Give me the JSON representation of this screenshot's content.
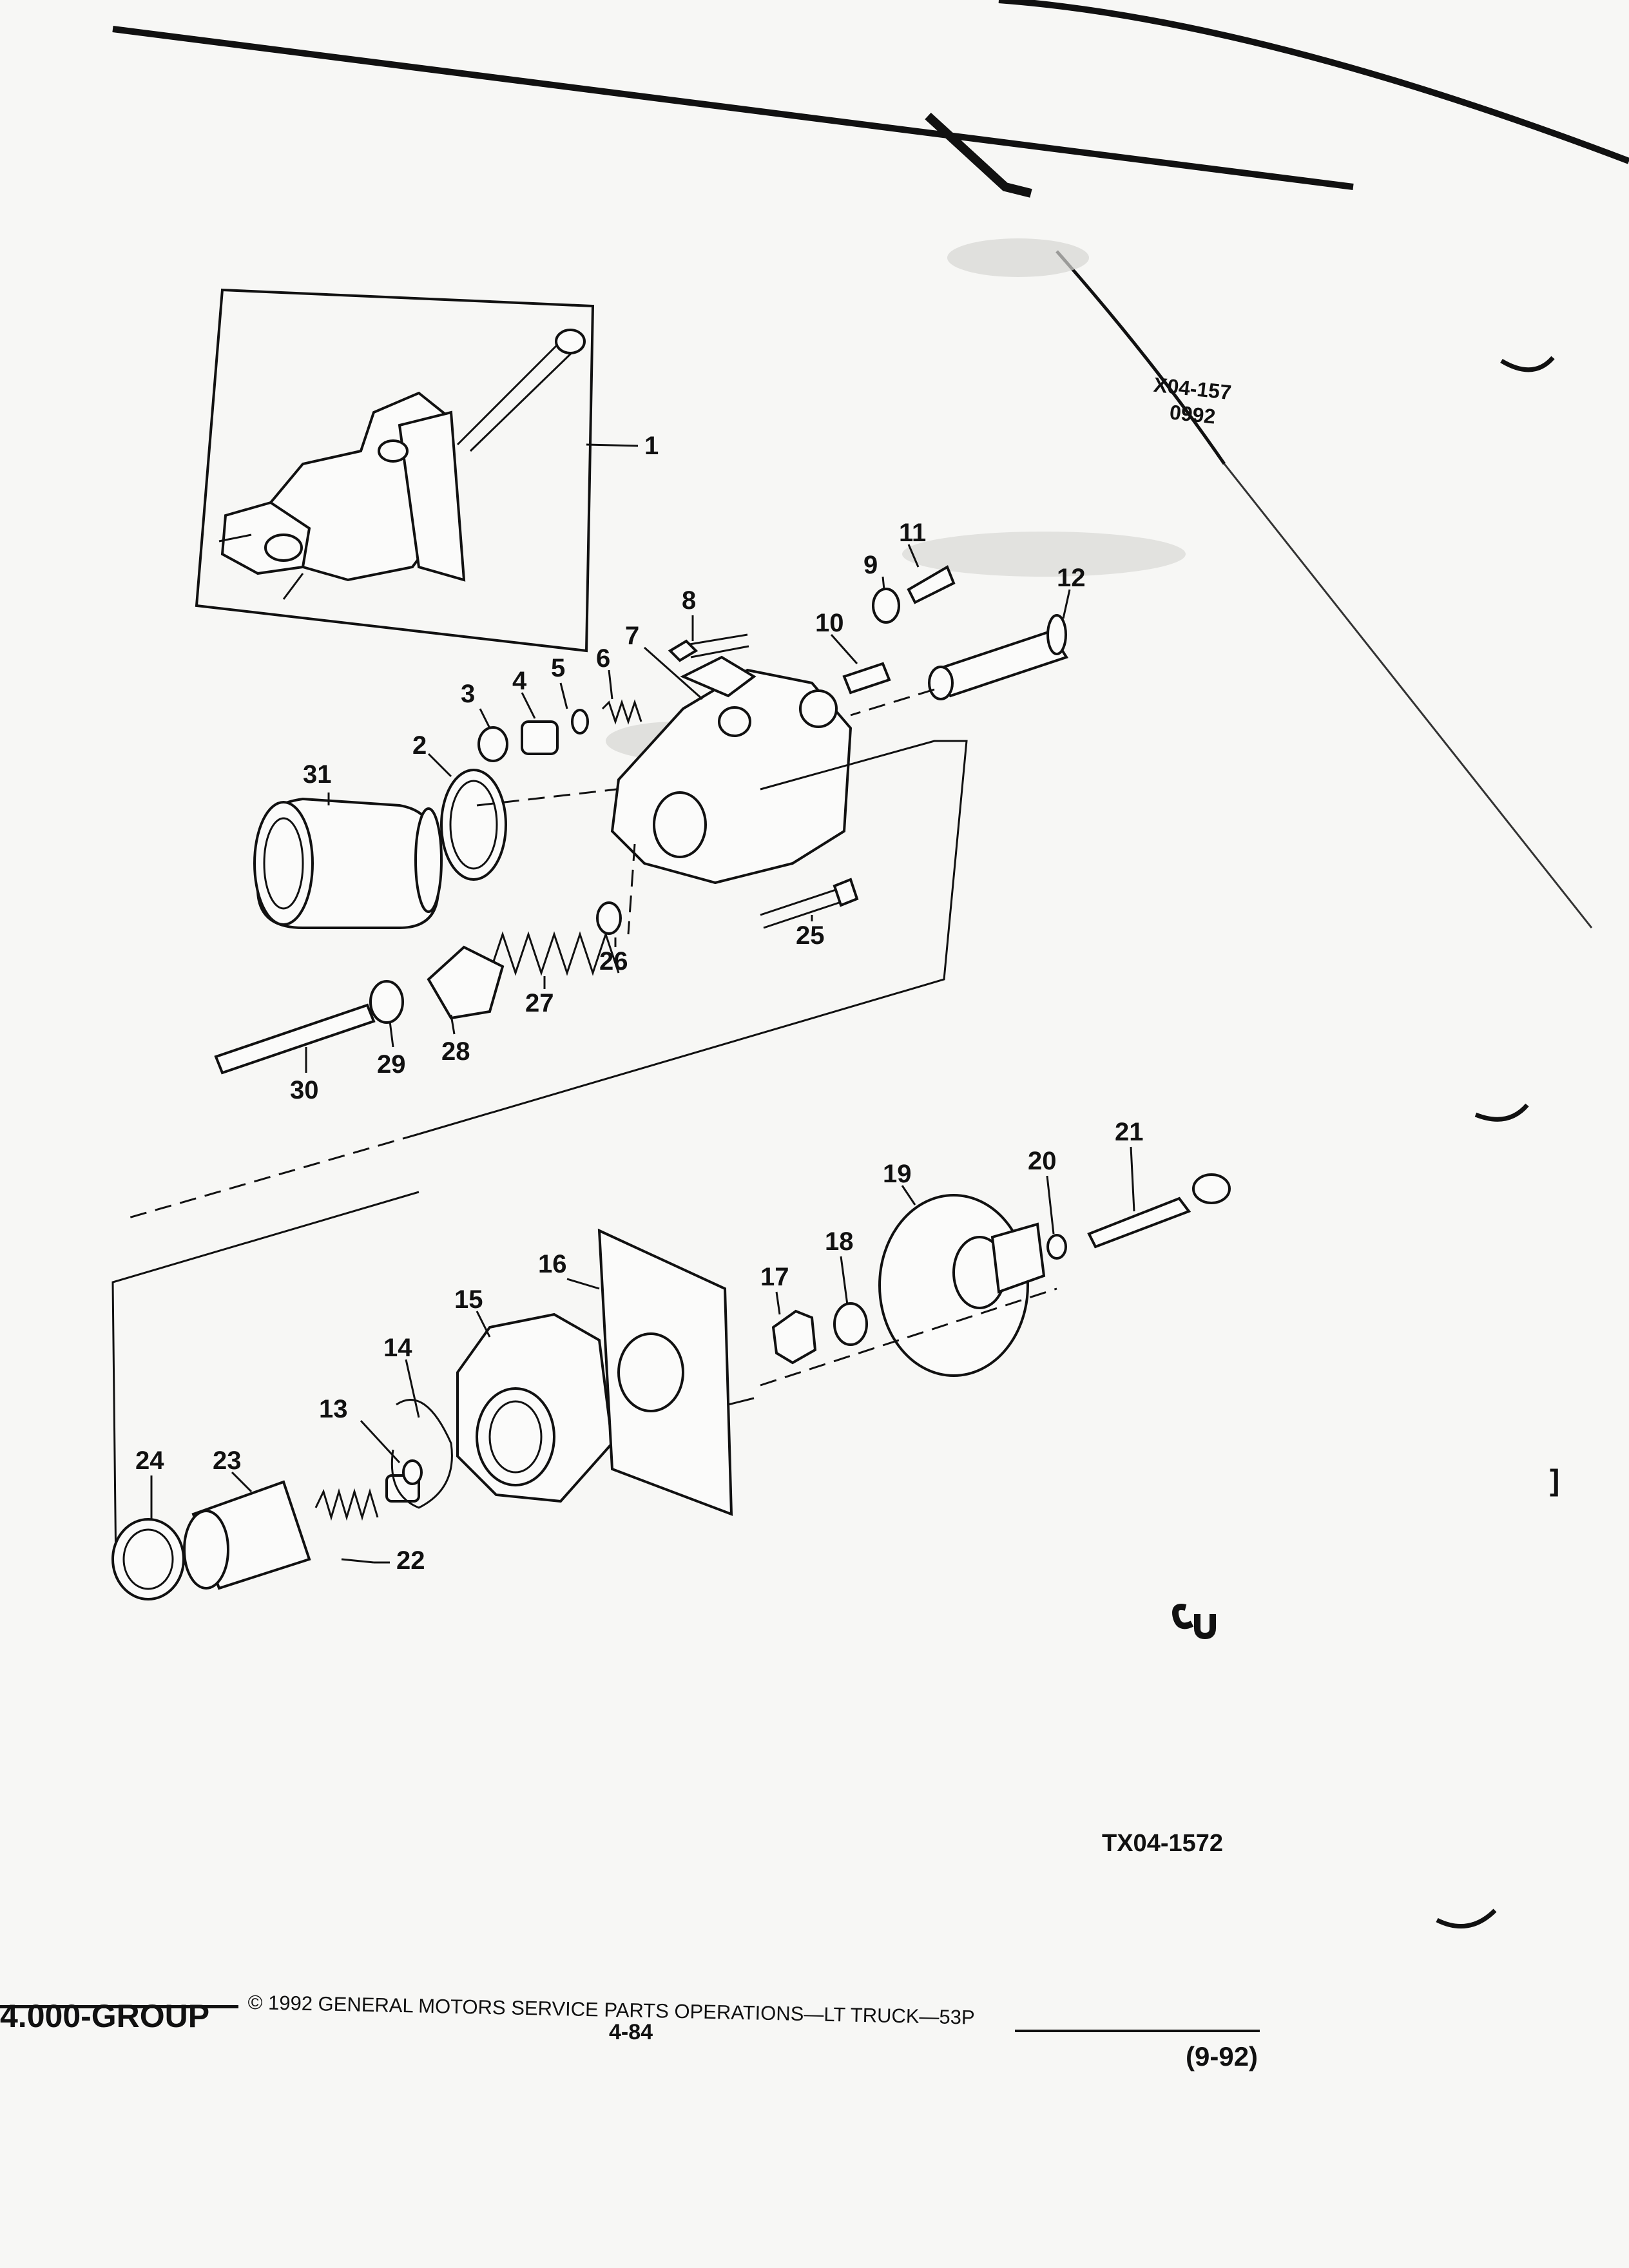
{
  "drawing": {
    "corner_ref_line1": "X04-157",
    "corner_ref_line2": "0992",
    "figure_number": "TX04-1572",
    "bracket_mark": "]",
    "callouts": [
      "1",
      "2",
      "3",
      "4",
      "5",
      "6",
      "7",
      "8",
      "9",
      "10",
      "11",
      "12",
      "13",
      "14",
      "15",
      "16",
      "17",
      "18",
      "19",
      "20",
      "21",
      "22",
      "23",
      "24",
      "25",
      "26",
      "27",
      "28",
      "29",
      "30",
      "31"
    ]
  },
  "footer": {
    "group": "4.000-GROUP",
    "copyright": "© 1992 GENERAL MOTORS SERVICE PARTS OPERATIONS—LT TRUCK—53P",
    "page_number": "4-84",
    "revision": "(9-92)"
  }
}
